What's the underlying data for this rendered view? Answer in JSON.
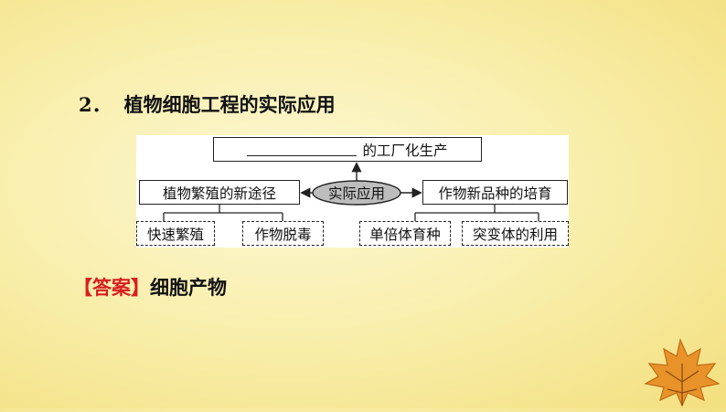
{
  "heading": {
    "number": "2．",
    "text": "植物细胞工程的实际应用"
  },
  "diagram": {
    "top_box": "的工厂化生产",
    "center": "实际应用",
    "left_box": "植物繁殖的新途径",
    "right_box": "作物新品种的培育",
    "left_leaves": [
      "快速繁殖",
      "作物脱毒"
    ],
    "right_leaves": [
      "单倍体育种",
      "突变体的利用"
    ],
    "ellipse_fill": "#bdbdbd"
  },
  "answer": {
    "tag": "【答案】",
    "text": "细胞产物"
  },
  "colors": {
    "answer_tag": "#d81e1e",
    "leaf_decoration": "#e8932a"
  },
  "decoration": {
    "icon": "maple-leaf-icon"
  }
}
